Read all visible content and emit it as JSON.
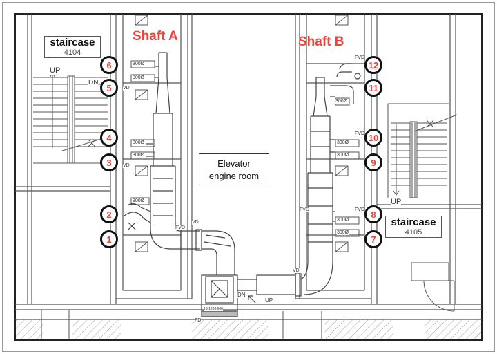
{
  "rooms": {
    "staircase_left": {
      "name": "staircase",
      "number": "4104"
    },
    "staircase_right": {
      "name": "staircase",
      "number": "4105"
    },
    "shaft_a": "Shaft A",
    "shaft_b": "Shaft B",
    "engine_room": {
      "line1": "Elevator",
      "line2": "engine room"
    }
  },
  "labels": {
    "up_left": "UP",
    "dn_left": "DN",
    "up_right": "UP",
    "up_bottom": "UP",
    "dn_bottom": "DN",
    "vd": "VD",
    "fvd": "FVD",
    "fd": "FD",
    "duct_size": "300Ø",
    "unit_code": "IS 1200.600"
  },
  "markers": [
    "1",
    "2",
    "3",
    "4",
    "5",
    "6",
    "7",
    "8",
    "9",
    "10",
    "11",
    "12"
  ],
  "colors": {
    "marker_text": "#e8463d",
    "shaft_title": "#e8463d",
    "marker_ring": "#111111",
    "line": "#444444"
  }
}
